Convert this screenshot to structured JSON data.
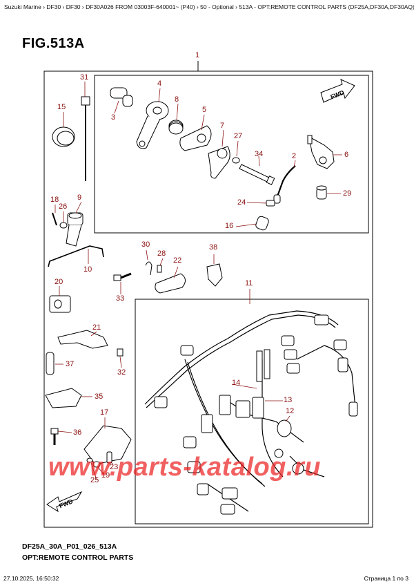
{
  "breadcrumb": "Suzuki Marine › DF30 › DF30 › DF30A026 FROM 03003F-640001~ (P40) › 50 - Optional › 513A - OPT:REMOTE CONTROL PARTS (DF25A,DF30A,DF30AQ)",
  "figure_title": "FIG.513A",
  "fwd_label": "FWD",
  "callouts": [
    "1",
    "2",
    "3",
    "4",
    "5",
    "6",
    "7",
    "8",
    "9",
    "10",
    "11",
    "12",
    "13",
    "14",
    "15",
    "16",
    "17",
    "18",
    "19",
    "20",
    "21",
    "22",
    "23",
    "24",
    "25",
    "26",
    "27",
    "28",
    "29",
    "30",
    "31",
    "32",
    "33",
    "34",
    "35",
    "36",
    "37",
    "38"
  ],
  "watermark": "www.parts-katalog.ru",
  "diagram_code": "DF25A_30A_P01_026_513A",
  "diagram_subtitle": "OPT:REMOTE CONTROL PARTS",
  "footer": {
    "timestamp": "27.10.2025, 16:50:32",
    "page_info": "Страница 1 по 3"
  },
  "colors": {
    "callout": "#8b0f0f",
    "watermark": "#eb2323"
  }
}
